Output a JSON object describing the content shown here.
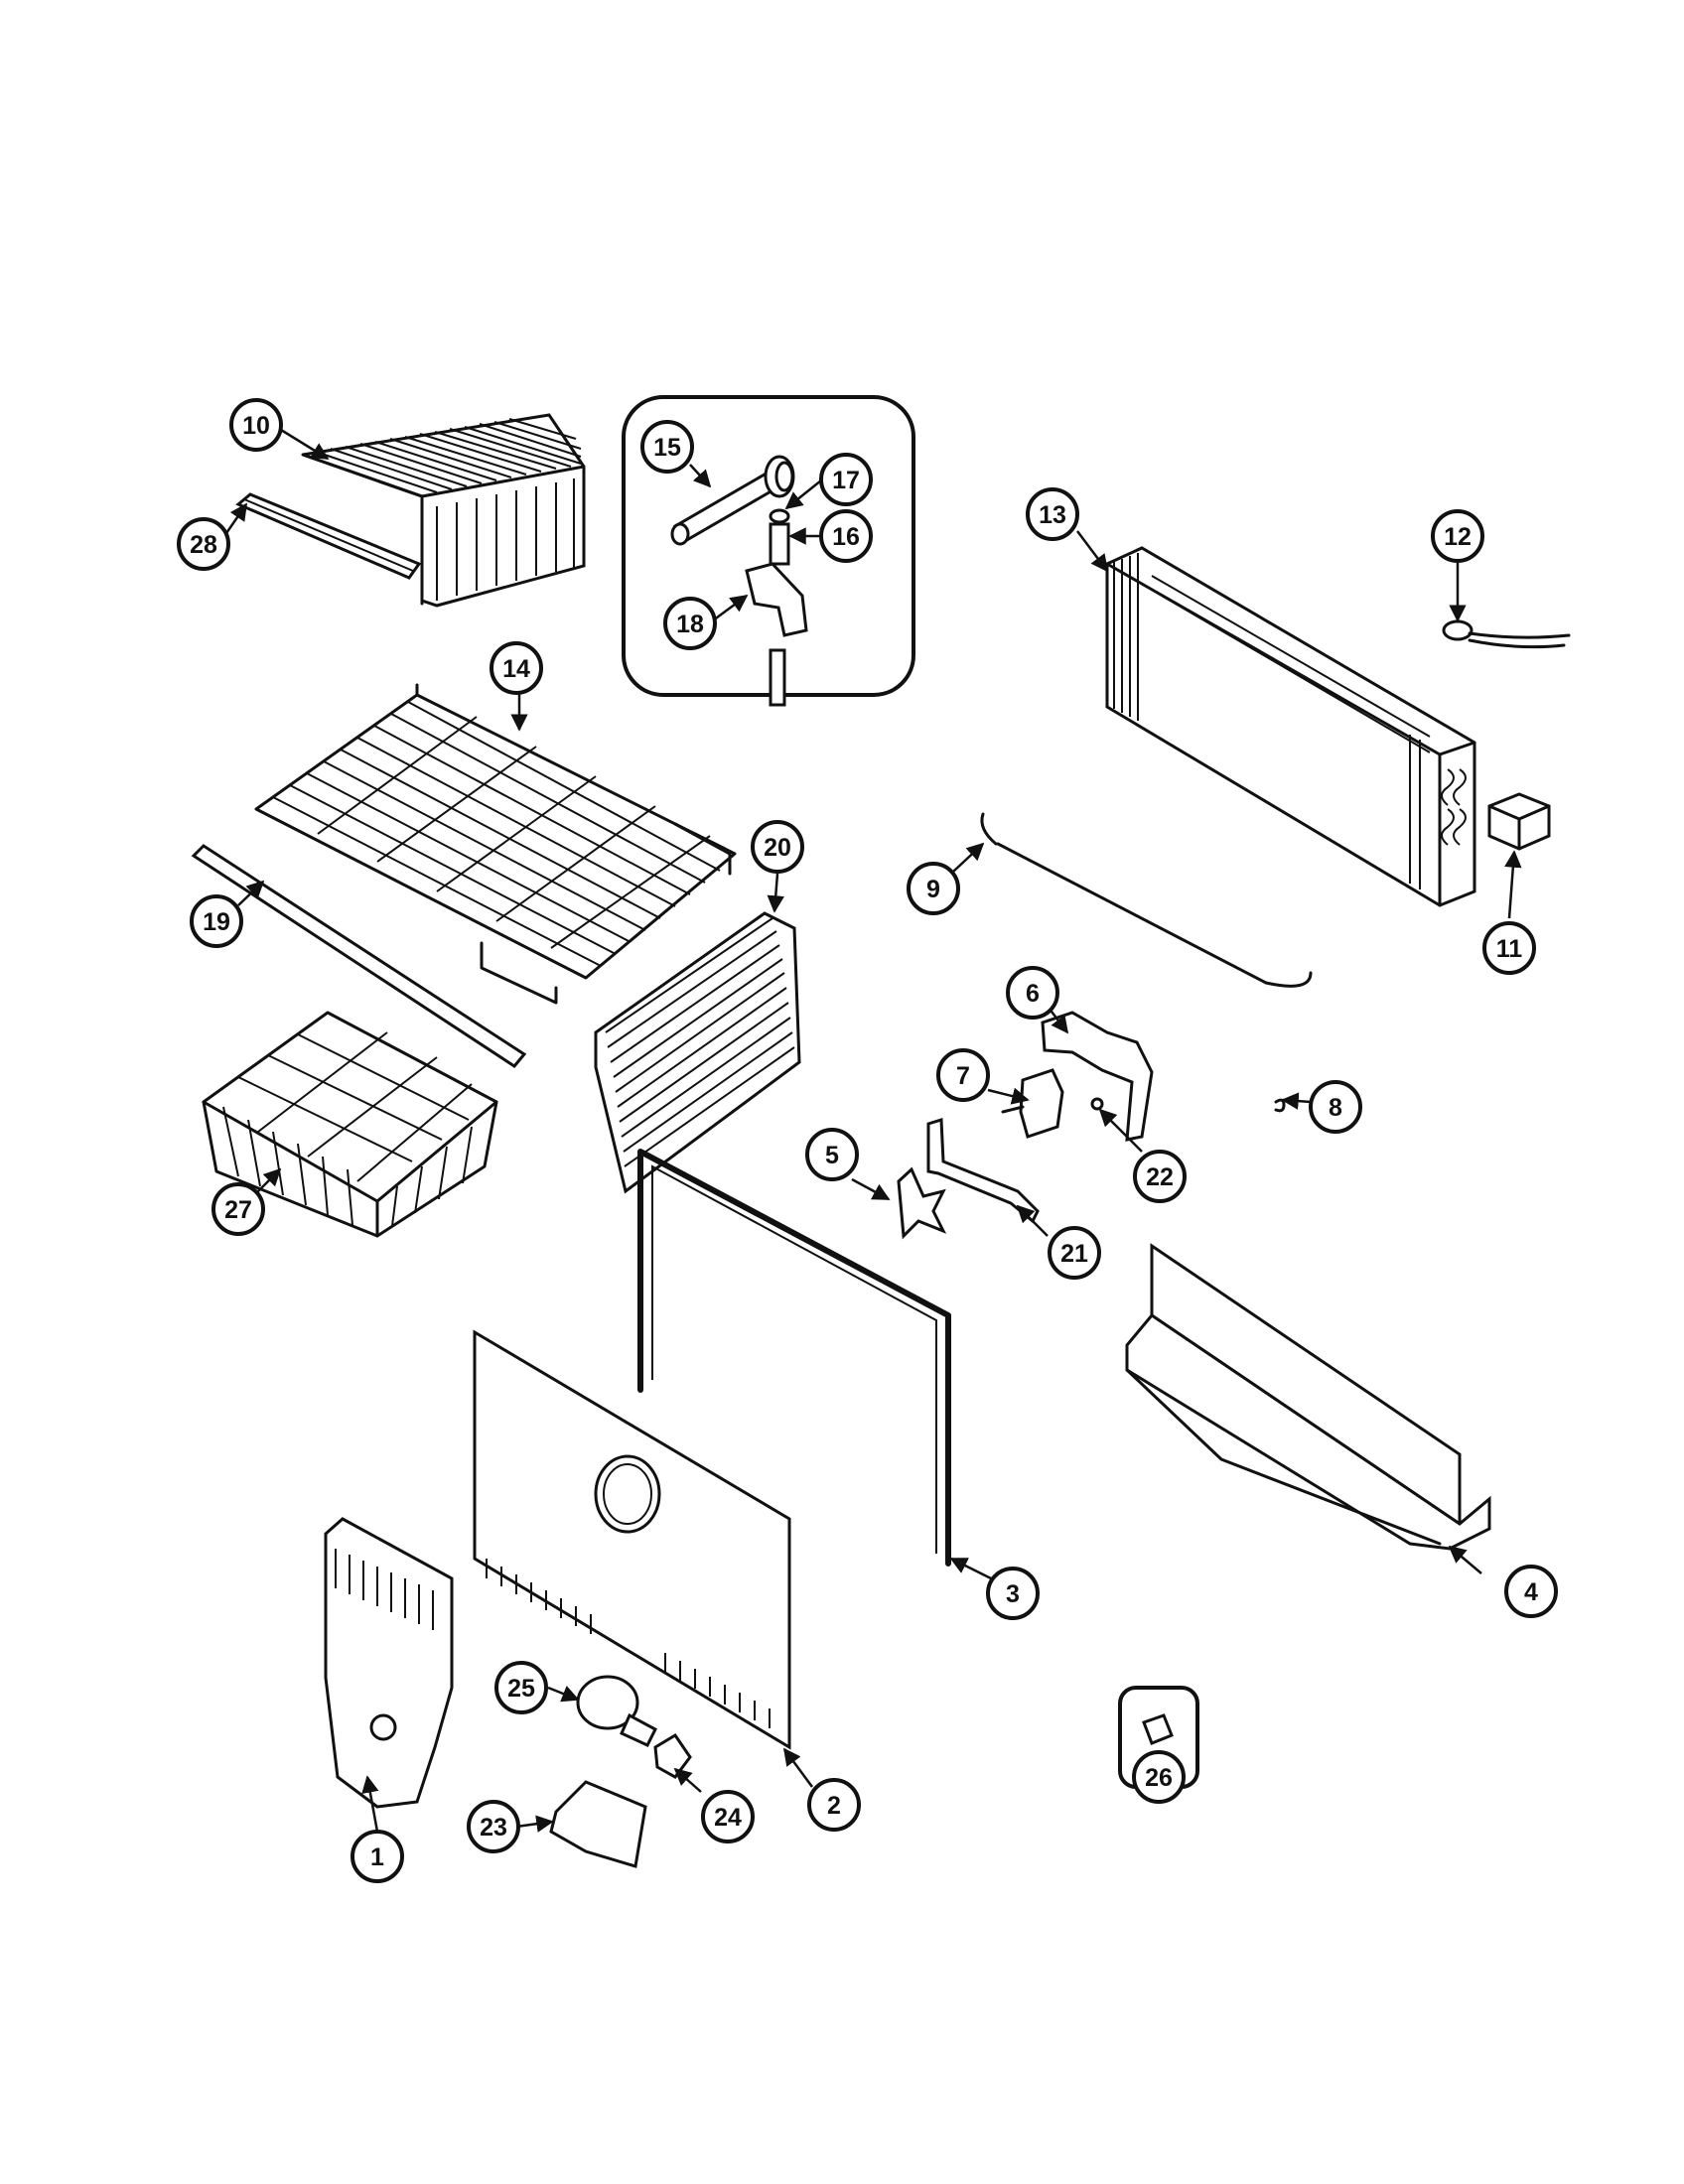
{
  "diagram": {
    "colors": {
      "ink": "#111111",
      "paper": "#ffffff"
    },
    "callouts": [
      {
        "id": "1",
        "label": "1"
      },
      {
        "id": "2",
        "label": "2"
      },
      {
        "id": "3",
        "label": "3"
      },
      {
        "id": "4",
        "label": "4"
      },
      {
        "id": "5",
        "label": "5"
      },
      {
        "id": "6",
        "label": "6"
      },
      {
        "id": "7",
        "label": "7"
      },
      {
        "id": "8",
        "label": "8"
      },
      {
        "id": "9",
        "label": "9"
      },
      {
        "id": "10",
        "label": "10"
      },
      {
        "id": "11",
        "label": "11"
      },
      {
        "id": "12",
        "label": "12"
      },
      {
        "id": "13",
        "label": "13"
      },
      {
        "id": "14",
        "label": "14"
      },
      {
        "id": "15",
        "label": "15"
      },
      {
        "id": "16",
        "label": "16"
      },
      {
        "id": "17",
        "label": "17"
      },
      {
        "id": "18",
        "label": "18"
      },
      {
        "id": "19",
        "label": "19"
      },
      {
        "id": "20",
        "label": "20"
      },
      {
        "id": "21",
        "label": "21"
      },
      {
        "id": "22",
        "label": "22"
      },
      {
        "id": "23",
        "label": "23"
      },
      {
        "id": "24",
        "label": "24"
      },
      {
        "id": "25",
        "label": "25"
      },
      {
        "id": "26",
        "label": "26"
      },
      {
        "id": "27",
        "label": "27"
      },
      {
        "id": "28",
        "label": "28"
      }
    ]
  }
}
